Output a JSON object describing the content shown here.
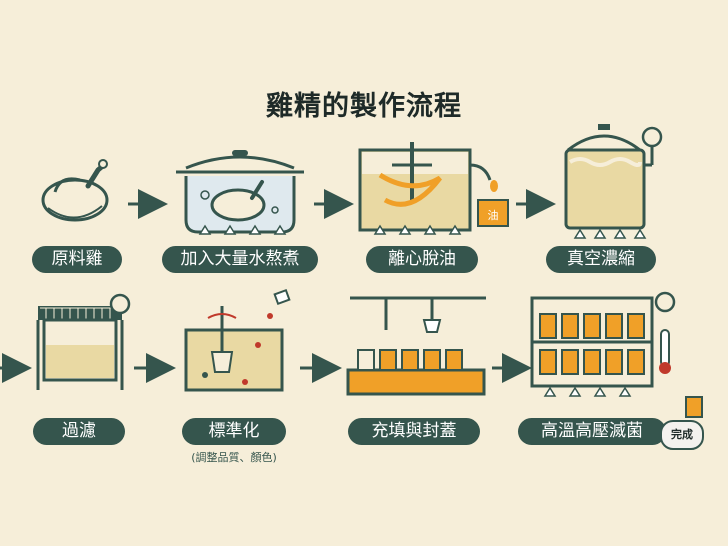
{
  "title": "雞精的製作流程",
  "colors": {
    "background": "#f6eed9",
    "dark_green": "#35554d",
    "liquid": "#e9d9a3",
    "orange": "#f0a028",
    "red": "#c0392b"
  },
  "steps": [
    {
      "label": "原料雞",
      "icon": "raw-chicken-icon"
    },
    {
      "label": "加入大量水熬煮",
      "icon": "boiling-pot-icon"
    },
    {
      "label": "離心脫油",
      "icon": "centrifuge-icon",
      "badge": "油"
    },
    {
      "label": "真空濃縮",
      "icon": "vacuum-concentrator-icon"
    },
    {
      "label": "過濾",
      "icon": "filter-icon"
    },
    {
      "label": "標準化",
      "sub": "(調整品質、顏色)",
      "icon": "mixing-tank-icon"
    },
    {
      "label": "充填與封蓋",
      "icon": "filling-line-icon"
    },
    {
      "label": "高溫高壓滅菌",
      "icon": "sterilizer-icon"
    }
  ],
  "done_label": "完成"
}
